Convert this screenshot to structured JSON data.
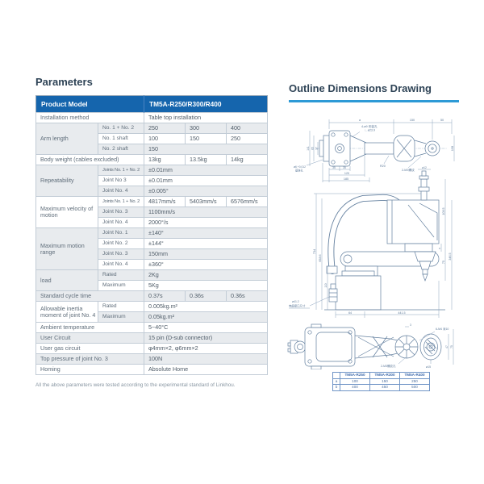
{
  "left": {
    "heading": "Parameters",
    "table": {
      "header": {
        "label": "Product Model",
        "value": "TM5A-R250/R300/R400"
      },
      "rows": [
        {
          "label": "Installation method",
          "cells": [
            [
              "Table top installation",
              3
            ]
          ]
        },
        {
          "group": "Arm length",
          "groupSpan": 3,
          "sub": "No. 1 + No. 2",
          "cells": [
            [
              "250",
              1
            ],
            [
              "300",
              1
            ],
            [
              "400",
              1
            ]
          ]
        },
        {
          "sub": "No. 1 shaft",
          "cells": [
            [
              "100",
              1
            ],
            [
              "150",
              1
            ],
            [
              "250",
              1
            ]
          ]
        },
        {
          "sub": "No. 2 shaft",
          "cells": [
            [
              "150",
              3
            ]
          ]
        },
        {
          "label": "Body weight (cables excluded)",
          "cells": [
            [
              "13kg",
              1
            ],
            [
              "13.5kg",
              1
            ],
            [
              "14kg",
              1
            ]
          ]
        },
        {
          "group": "Repeatability",
          "groupSpan": 3,
          "sub": "Joints No. 1 + No. 2",
          "small": true,
          "cells": [
            [
              "±0.01mm",
              3
            ]
          ]
        },
        {
          "sub": "Joint No 3",
          "cells": [
            [
              "±0.01mm",
              3
            ]
          ]
        },
        {
          "sub": "Joint No. 4",
          "cells": [
            [
              "±0.005°",
              3
            ]
          ]
        },
        {
          "group": "Maximum velocity of motion",
          "groupSpan": 3,
          "sub": "Joints No. 1 + No. 2",
          "small": true,
          "cells": [
            [
              "4817mm/s",
              1
            ],
            [
              "5403mm/s",
              1
            ],
            [
              "6576mm/s",
              1
            ]
          ]
        },
        {
          "sub": "Joint No. 3",
          "cells": [
            [
              "1100mm/s",
              3
            ]
          ]
        },
        {
          "sub": "Joint No. 4",
          "cells": [
            [
              "2000°/s",
              3
            ]
          ]
        },
        {
          "group": "Maximum motion range",
          "groupSpan": 4,
          "sub": "Joint No. 1",
          "cells": [
            [
              "±140°",
              3
            ]
          ]
        },
        {
          "sub": "Joint No. 2",
          "cells": [
            [
              "±144°",
              3
            ]
          ]
        },
        {
          "sub": "Joint No. 3",
          "cells": [
            [
              "150mm",
              3
            ]
          ]
        },
        {
          "sub": "Joint No. 4",
          "cells": [
            [
              "±360°",
              3
            ]
          ]
        },
        {
          "group": "load",
          "groupSpan": 2,
          "sub": "Rated",
          "cells": [
            [
              "2Kg",
              3
            ]
          ]
        },
        {
          "sub": "Maximum",
          "cells": [
            [
              "5Kg",
              3
            ]
          ]
        },
        {
          "label": "Standard cycle time",
          "cells": [
            [
              "0.37s",
              1
            ],
            [
              "0.36s",
              1
            ],
            [
              "0.36s",
              1
            ]
          ]
        },
        {
          "group": "Allowable inertia moment of joint No. 4",
          "groupSpan": 2,
          "sub": "Rated",
          "cells": [
            [
              "0.005kg.m²",
              3
            ]
          ]
        },
        {
          "sub": "Maximum",
          "cells": [
            [
              "0.05kg.m²",
              3
            ]
          ]
        },
        {
          "label": "Ambient temperature",
          "cells": [
            [
              "5~40°C",
              3
            ]
          ]
        },
        {
          "label": "User Circuit",
          "cells": [
            [
              "15 pin (D-sub connector)",
              3
            ]
          ]
        },
        {
          "label": "User gas circuit",
          "cells": [
            [
              "φ4mm×2, φ6mm×2",
              3
            ]
          ]
        },
        {
          "label": "Top pressure of joint No. 3",
          "cells": [
            [
              "100N",
              3
            ]
          ]
        },
        {
          "label": "Homing",
          "cells": [
            [
              "Absolute Home",
              3
            ]
          ]
        }
      ]
    },
    "footnote": "All the above parameters were tested according to the experimental standard of Linkhou."
  },
  "right": {
    "heading": "Outline Dimensions Drawing",
    "drawing": {
      "top": {
        "a": "a",
        "d150": "150",
        "d50": "50",
        "d108": "108",
        "note1": "4-ø9 安装孔",
        "note2": "∟ø23.9",
        "d35a": "35",
        "d35b": "35",
        "d120": "120",
        "d185": "185",
        "noteL1": "ø6 +0.012",
        "noteL2": "基准孔",
        "noteR1": "R20",
        "noteR2": "2-M3螺纹",
        "v1": "141",
        "v2": "85",
        "v3": "37"
      },
      "side": {
        "h1": "734",
        "h2": "658.6",
        "h3": "110",
        "d64": "64",
        "d441": "441.5",
        "r1": "108.5",
        "r2": "75",
        "r3": "8",
        "r4": "346.5",
        "shaft": "ø12",
        "cable1": "ø41.2",
        "cable2": "电缆接口尺寸"
      },
      "bottom": {
        "d3": "3",
        "note1": "6-M4 深10",
        "note2": "2-M3螺纹孔",
        "d15": "ø15",
        "r1": "47",
        "r2": "75"
      }
    },
    "variant_table": {
      "headers": [
        "",
        "TM5A-R250",
        "TM5A-R300",
        "TM5A-R400"
      ],
      "rows": [
        [
          "a",
          "100",
          "150",
          "250"
        ],
        [
          "b",
          "400",
          "450",
          "500"
        ]
      ]
    }
  },
  "colors": {
    "header_blue": "#1565ad",
    "underline_blue": "#2d9ad6",
    "row_shade": "#e8ebee",
    "drawing_line": "#64809f"
  }
}
